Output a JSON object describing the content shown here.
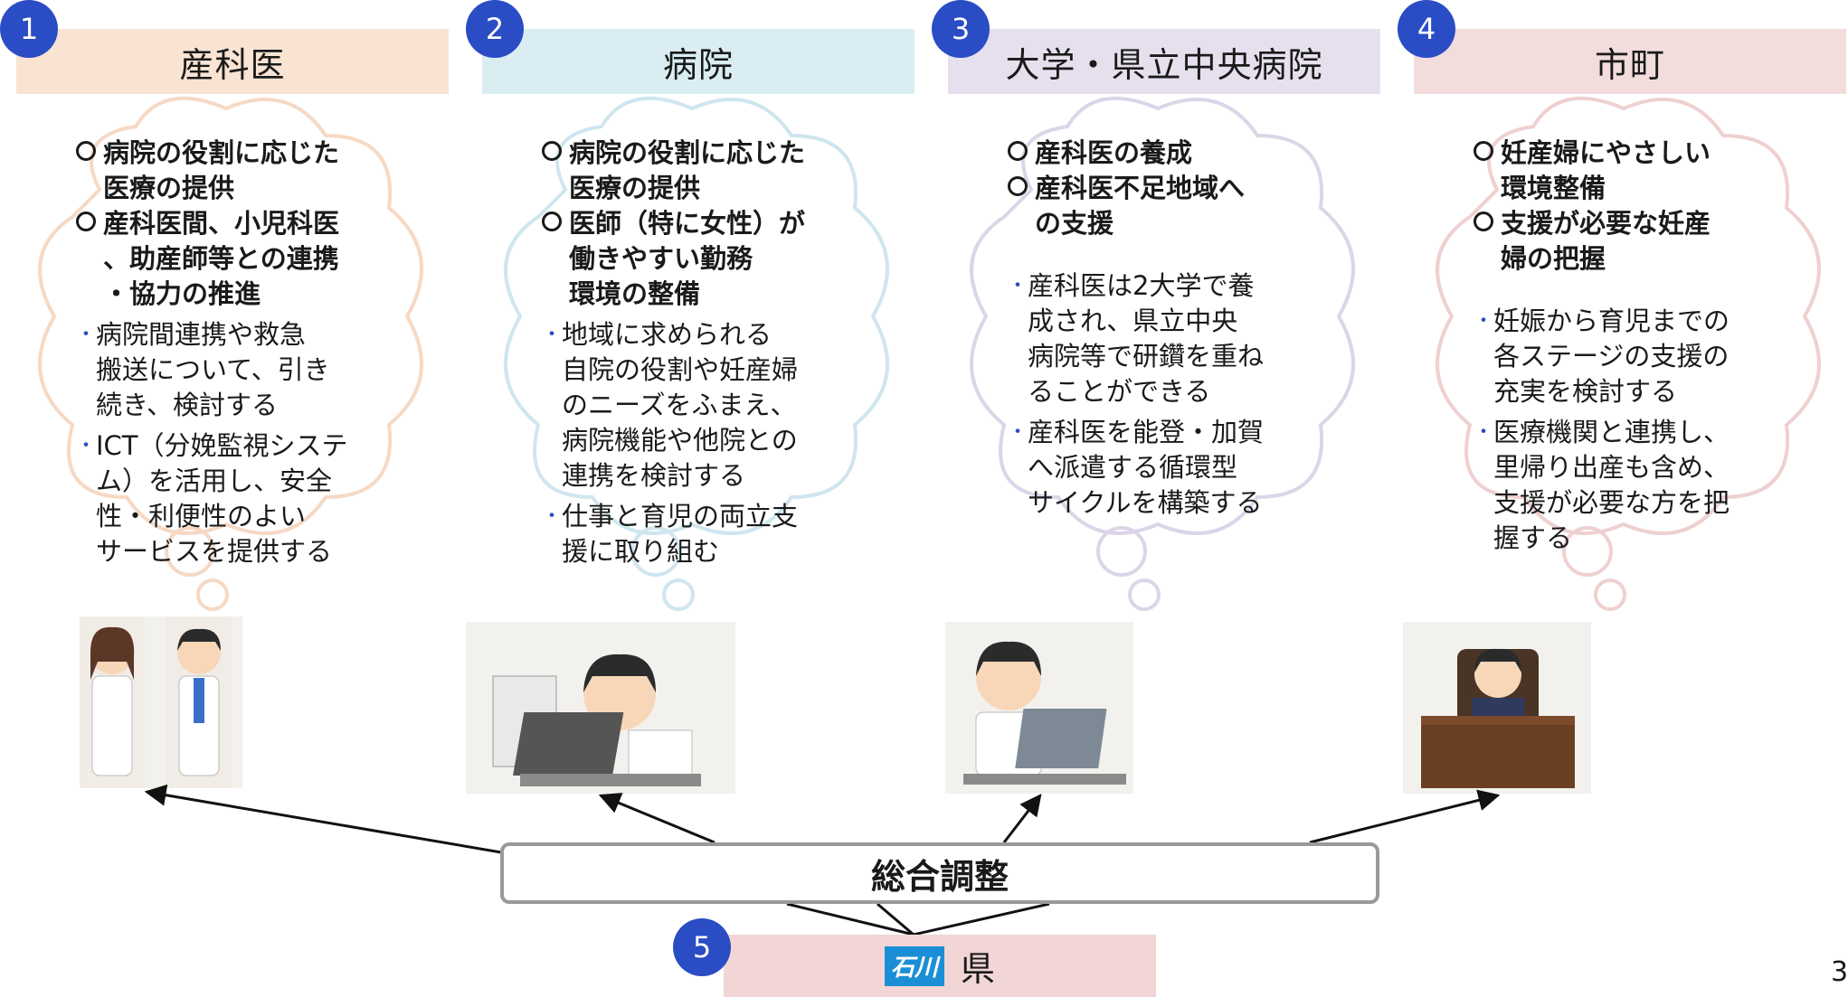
{
  "columns": [
    {
      "num": "1",
      "header": "産科医",
      "header_bg": "#f9e3d3",
      "cloud_color": "#f6d9c4",
      "circle_items": [
        [
          "病院の役割に応じた",
          "医療の提供"
        ],
        [
          "産科医間、小児科医",
          "、助産師等との連携",
          "・協力の推進"
        ]
      ],
      "dot_items": [
        [
          "病院間連携や救急",
          "搬送について、引き",
          "続き、検討する"
        ],
        [
          "ICT（分娩監視システ",
          "ム）を活用し、安全",
          "性・利便性のよい",
          "サービスを提供する"
        ]
      ]
    },
    {
      "num": "2",
      "header": "病院",
      "header_bg": "#d9edf3",
      "cloud_color": "#cfe6ef",
      "circle_items": [
        [
          "病院の役割に応じた",
          "医療の提供"
        ],
        [
          "医師（特に女性）が",
          "働きやすい勤務",
          "環境の整備"
        ]
      ],
      "dot_items": [
        [
          "地域に求められる",
          "自院の役割や妊産婦",
          "のニーズをふまえ、",
          "病院機能や他院との",
          "連携を検討する"
        ],
        [
          "仕事と育児の両立支",
          "援に取り組む"
        ]
      ]
    },
    {
      "num": "3",
      "header": "大学・県立中央病院",
      "header_bg": "#e6e0ee",
      "cloud_color": "#dcd5e8",
      "circle_items": [
        [
          "産科医の養成"
        ],
        [
          "産科医不足地域へ",
          "の支援"
        ]
      ],
      "dot_items": [
        [
          "産科医は2大学で養",
          "成され、県立中央",
          "病院等で研鑽を重ね",
          "ることができる"
        ],
        [
          "産科医を能登・加賀",
          "へ派遣する循環型",
          "サイクルを構築する"
        ]
      ]
    },
    {
      "num": "4",
      "header": "市町",
      "header_bg": "#f2dcdc",
      "cloud_color": "#efd0d0",
      "circle_items": [
        [
          "妊産婦にやさしい",
          "環境整備"
        ],
        [
          "支援が必要な妊産",
          "婦の把握"
        ]
      ],
      "dot_items": [
        [
          "妊娠から育児までの",
          "各ステージの支援の",
          "充実を検討する"
        ],
        [
          "医療機関と連携し、",
          "里帰り出産も含め、",
          "支援が必要な方を把",
          "握する"
        ]
      ]
    }
  ],
  "center_box": "総合調整",
  "prefecture": {
    "num": "5",
    "label": "県",
    "logo": "石川県ロゴ"
  },
  "page_number": "3",
  "colors": {
    "number_badge": "#2a4cc4",
    "arrow": "#111111"
  }
}
